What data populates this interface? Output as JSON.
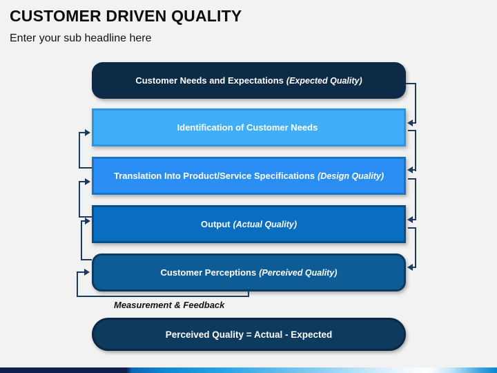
{
  "slide": {
    "title": "CUSTOMER DRIVEN QUALITY",
    "subtitle": "Enter your sub headline here"
  },
  "diagram": {
    "boxes": [
      {
        "label": "Customer Needs and Expectations",
        "annotation": "(Expected Quality)",
        "fill": "#0d2a47"
      },
      {
        "label": "Identification of Customer Needs",
        "annotation": "",
        "fill": "#41aefb"
      },
      {
        "label": "Translation Into Product/Service Specifications",
        "annotation": "(Design Quality)",
        "fill": "#2b8ef5"
      },
      {
        "label": "Output",
        "annotation": "(Actual Quality)",
        "fill": "#0a6ec0"
      },
      {
        "label": "Customer Perceptions",
        "annotation": "(Perceived Quality)",
        "fill": "#0e5c96"
      }
    ],
    "feedback_label": "Measurement & Feedback",
    "formula": "Perceived Quality = Actual - Expected"
  },
  "colors": {
    "background": "#f2f2f2",
    "connector": "#1a3a5e",
    "formula_fill": "#0e3a5e",
    "stripe_navy": "#111f4d",
    "stripe_blue": "#1286d2"
  }
}
